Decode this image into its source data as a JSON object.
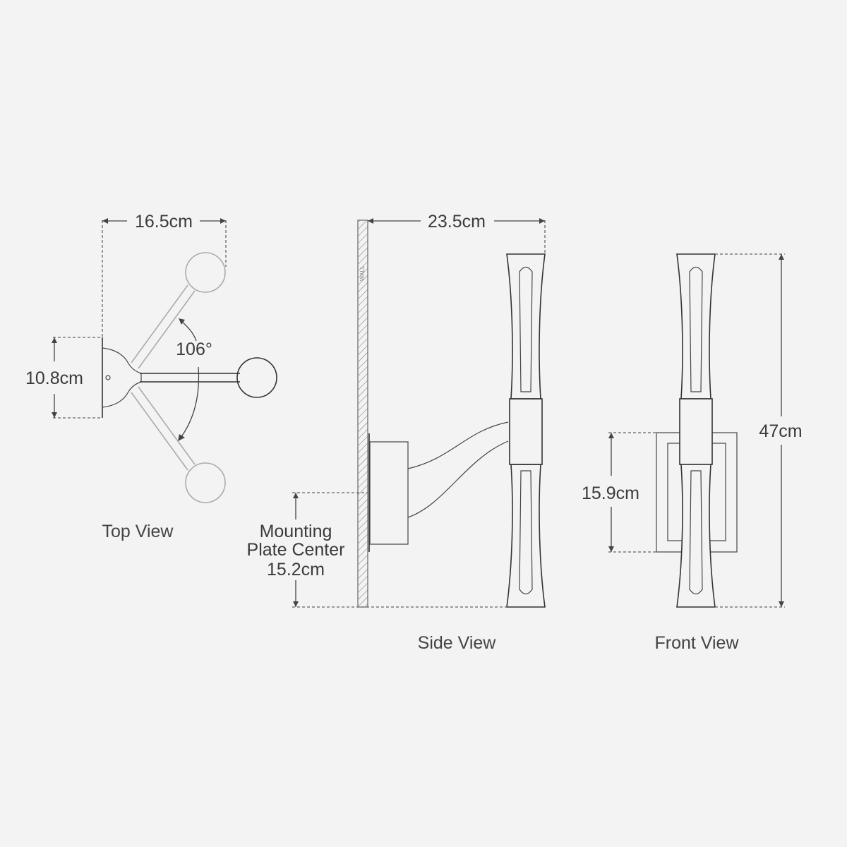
{
  "top_view": {
    "width_dim": "16.5cm",
    "height_dim": "10.8cm",
    "angle": "106°",
    "caption": "Top View"
  },
  "side_view": {
    "depth_dim": "23.5cm",
    "mounting_label_line1": "Mounting",
    "mounting_label_line2": "Plate Center",
    "mounting_dim": "15.2cm",
    "wall_label": "WALL",
    "caption": "Side View"
  },
  "front_view": {
    "height_dim": "47cm",
    "plate_dim": "15.9cm",
    "caption": "Front View"
  }
}
